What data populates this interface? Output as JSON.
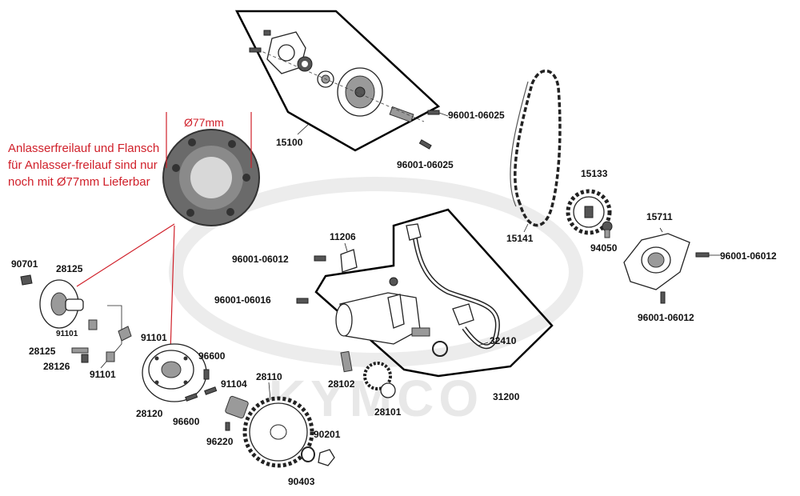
{
  "note": {
    "text": "Anlasserfreilauf und Flansch für Anlasser-freilauf sind nur noch mit Ø77mm Lieferbar",
    "dimension": "Ø77mm"
  },
  "watermark": "KYMCO",
  "parts": {
    "p15100": "15100",
    "p96001_06025_a": "96001-06025",
    "p96001_06025_b": "96001-06025",
    "p15141": "15141",
    "p15133": "15133",
    "p15711": "15711",
    "p94050": "94050",
    "p96001_06012_a": "96001-06012",
    "p96001_06012_b": "96001-06012",
    "p96001_06012_c": "96001-06012",
    "p11206": "11206",
    "p96001_06016": "96001-06016",
    "p32410": "32410",
    "p31200": "31200",
    "p90701": "90701",
    "p28125_a": "28125",
    "p28125_b": "28125",
    "p91101_a": "91101",
    "p91101_b": "91101",
    "p91101_c": "91101",
    "p28126": "28126",
    "p28120": "28120",
    "p96600_a": "96600",
    "p96600_b": "96600",
    "p91104": "91104",
    "p28110": "28110",
    "p96220": "96220",
    "p28102": "28102",
    "p28101": "28101",
    "p90201": "90201",
    "p90403": "90403"
  }
}
